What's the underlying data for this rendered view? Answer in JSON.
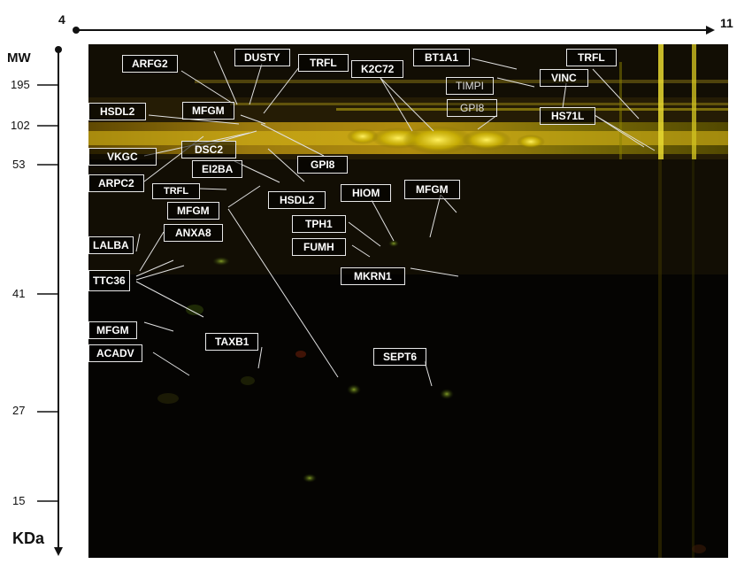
{
  "ph_axis": {
    "start_label": "4",
    "end_label": "11"
  },
  "mw_axis": {
    "title": "MW",
    "unit": "KDa",
    "ticks": [
      {
        "label": "195"
      },
      {
        "label": "102"
      },
      {
        "label": "53"
      },
      {
        "label": "41"
      },
      {
        "label": "27"
      },
      {
        "label": "15"
      }
    ]
  },
  "labels": [
    {
      "id": "arfg2",
      "text": "ARFG2"
    },
    {
      "id": "dusty",
      "text": "DUSTY"
    },
    {
      "id": "trfl-1",
      "text": "TRFL"
    },
    {
      "id": "k2c72",
      "text": "K2C72"
    },
    {
      "id": "bt1a1",
      "text": "BT1A1"
    },
    {
      "id": "trfl-2",
      "text": "TRFL"
    },
    {
      "id": "timpi",
      "text": "TIMPI"
    },
    {
      "id": "vinc",
      "text": "VINC"
    },
    {
      "id": "gpi8-1",
      "text": "GPI8"
    },
    {
      "id": "hsdl2-1",
      "text": "HSDL2"
    },
    {
      "id": "mfgm-1",
      "text": "MFGM"
    },
    {
      "id": "hs71l",
      "text": "HS71L"
    },
    {
      "id": "dsc2",
      "text": "DSC2"
    },
    {
      "id": "vkgc",
      "text": "VKGC"
    },
    {
      "id": "gpi8-2",
      "text": "GPI8"
    },
    {
      "id": "ei2ba",
      "text": "EI2BA"
    },
    {
      "id": "arpc2",
      "text": "ARPC2"
    },
    {
      "id": "trfl-3",
      "text": "TRFL"
    },
    {
      "id": "hiom",
      "text": "HIOM"
    },
    {
      "id": "mfgm-2",
      "text": "MFGM"
    },
    {
      "id": "hsdl2-2",
      "text": "HSDL2"
    },
    {
      "id": "mfgm-3",
      "text": "MFGM"
    },
    {
      "id": "tph1",
      "text": "TPH1"
    },
    {
      "id": "anxa8",
      "text": "ANXA8"
    },
    {
      "id": "lalba",
      "text": "LALBA"
    },
    {
      "id": "fumh",
      "text": "FUMH"
    },
    {
      "id": "mkrn1",
      "text": "MKRN1"
    },
    {
      "id": "ttc36",
      "text": "TTC36"
    },
    {
      "id": "mfgm-4",
      "text": "MFGM"
    },
    {
      "id": "taxb1",
      "text": "TAXB1"
    },
    {
      "id": "acadv",
      "text": "ACADV"
    },
    {
      "id": "sept6",
      "text": "SEPT6"
    }
  ]
}
